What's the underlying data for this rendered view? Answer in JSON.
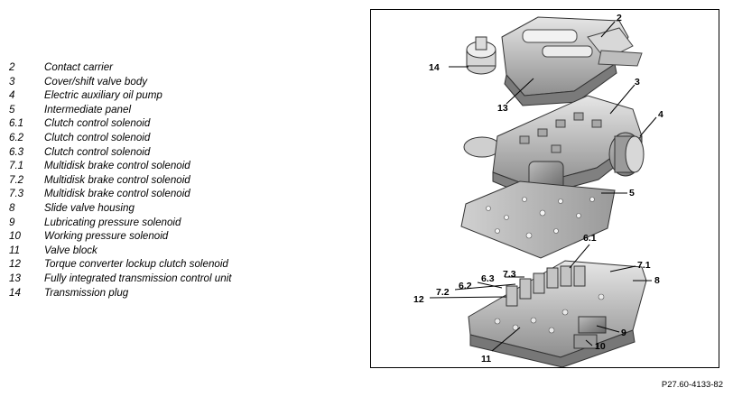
{
  "legend": [
    {
      "num": "2",
      "text": "Contact carrier"
    },
    {
      "num": "3",
      "text": "Cover/shift valve body"
    },
    {
      "num": "4",
      "text": "Electric auxiliary oil pump"
    },
    {
      "num": "5",
      "text": "Intermediate panel"
    },
    {
      "num": "6.1",
      "text": "Clutch control solenoid"
    },
    {
      "num": "6.2",
      "text": "Clutch control solenoid"
    },
    {
      "num": "6.3",
      "text": "Clutch control solenoid"
    },
    {
      "num": "7.1",
      "text": "Multidisk brake control solenoid"
    },
    {
      "num": "7.2",
      "text": "Multidisk brake control solenoid"
    },
    {
      "num": "7.3",
      "text": "Multidisk brake control solenoid"
    },
    {
      "num": "8",
      "text": "Slide valve housing"
    },
    {
      "num": "9",
      "text": "Lubricating pressure solenoid"
    },
    {
      "num": "10",
      "text": "Working pressure solenoid"
    },
    {
      "num": "11",
      "text": "Valve block"
    },
    {
      "num": "12",
      "text": "Torque converter lockup clutch solenoid"
    },
    {
      "num": "13",
      "text": "Fully integrated transmission control unit"
    },
    {
      "num": "14",
      "text": "Transmission plug"
    }
  ],
  "callouts": {
    "c2": "2",
    "c3": "3",
    "c4": "4",
    "c5": "5",
    "c6_1": "6.1",
    "c6_2": "6.2",
    "c6_3": "6.3",
    "c7_1": "7.1",
    "c7_2": "7.2",
    "c7_3": "7.3",
    "c8": "8",
    "c9": "9",
    "c10": "10",
    "c11": "11",
    "c12": "12",
    "c13": "13",
    "c14": "14"
  },
  "figure_code": "P27.60-4133-82"
}
